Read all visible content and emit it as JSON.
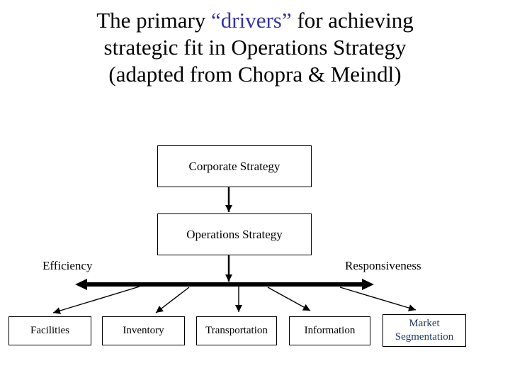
{
  "slide": {
    "title": {
      "part1": "The primary ",
      "highlight": "“drivers”",
      "part2": " for achieving",
      "line2": "strategic fit in Operations Strategy",
      "line3": "(adapted from Chopra & Meindl)"
    },
    "hierarchy": {
      "corporate": "Corporate Strategy",
      "operations": "Operations Strategy"
    },
    "spectrum": {
      "left_label": "Efficiency",
      "right_label": "Responsiveness"
    },
    "drivers": [
      {
        "label": "Facilities"
      },
      {
        "label": "Inventory"
      },
      {
        "label": "Transportation"
      },
      {
        "label": "Information"
      },
      {
        "label": "Market Segmentation"
      }
    ]
  },
  "colors": {
    "title-highlight": "#3333A2",
    "market-text": "#1F3864",
    "line-color": "#000000",
    "background": "#FFFFFF"
  }
}
